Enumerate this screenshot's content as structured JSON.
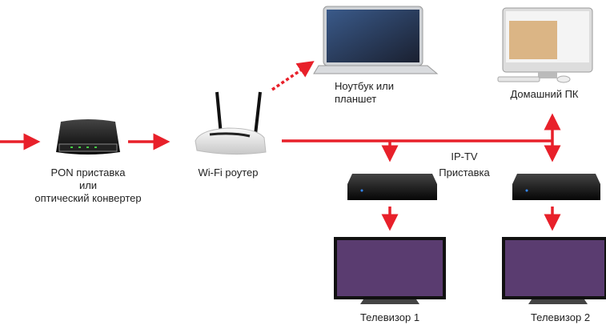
{
  "labels": {
    "pon_line1": "PON приставка",
    "pon_line2": "или",
    "pon_line3": "оптический конвертер",
    "router": "Wi-Fi роутер",
    "laptop_line1": "Ноутбук или",
    "laptop_line2": "планшет",
    "pc": "Домашний ПК",
    "iptv_line1": "IP-TV",
    "iptv_line2": "Приставка",
    "tv1": "Телевизор 1",
    "tv2": "Телевизор 2"
  },
  "colors": {
    "connection": "#e8202a",
    "device": "#1a1a1a"
  }
}
